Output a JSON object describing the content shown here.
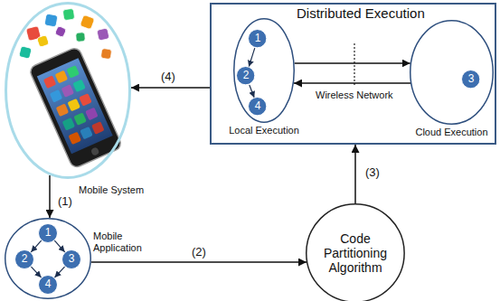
{
  "diagram": {
    "nodes": [
      {
        "text": [
          "Mobile System"
        ]
      },
      {
        "text": [
          "Distributed Execution"
        ]
      },
      {
        "text": [
          "Local Execution"
        ],
        "in": 1
      },
      {
        "text": [
          "1"
        ],
        "in": 2
      },
      {
        "text": [
          "2"
        ],
        "in": 2
      },
      {
        "text": [
          "4"
        ],
        "in": 2
      },
      {
        "text": [
          "Cloud Execution"
        ],
        "in": 1
      },
      {
        "text": [
          "3"
        ],
        "in": 6
      },
      {
        "text": [
          "Mobile Application"
        ]
      },
      {
        "text": [
          "1"
        ],
        "in": 8
      },
      {
        "text": [
          "2"
        ],
        "in": 8
      },
      {
        "text": [
          "3"
        ],
        "in": 8
      },
      {
        "text": [
          "4"
        ],
        "in": 8
      },
      {
        "text": [
          "Code Partitioning Algorithm"
        ]
      }
    ],
    "edges": [
      {
        "from": 0,
        "to": 8,
        "label": "(1)",
        "arrow": "to"
      },
      {
        "from": 8,
        "to": 13,
        "label": "(2)",
        "arrow": "to"
      },
      {
        "from": 13,
        "to": 1,
        "label": "(3)",
        "arrow": "to"
      },
      {
        "from": 1,
        "to": 0,
        "label": "(4)",
        "arrow": "to"
      },
      {
        "from": 3,
        "to": 4,
        "arrow": "to"
      },
      {
        "from": 4,
        "to": 5,
        "arrow": "to"
      },
      {
        "from": 2,
        "to": 6,
        "arrow": "to"
      },
      {
        "from": 6,
        "to": 2,
        "arrow": "to"
      },
      {
        "from": 9,
        "to": 10,
        "arrow": "to"
      },
      {
        "from": 9,
        "to": 11,
        "arrow": "to"
      },
      {
        "from": 10,
        "to": 12,
        "arrow": "to"
      },
      {
        "from": 11,
        "to": 12,
        "arrow": "to"
      }
    ],
    "labels": [
      "Wireless Network"
    ]
  }
}
